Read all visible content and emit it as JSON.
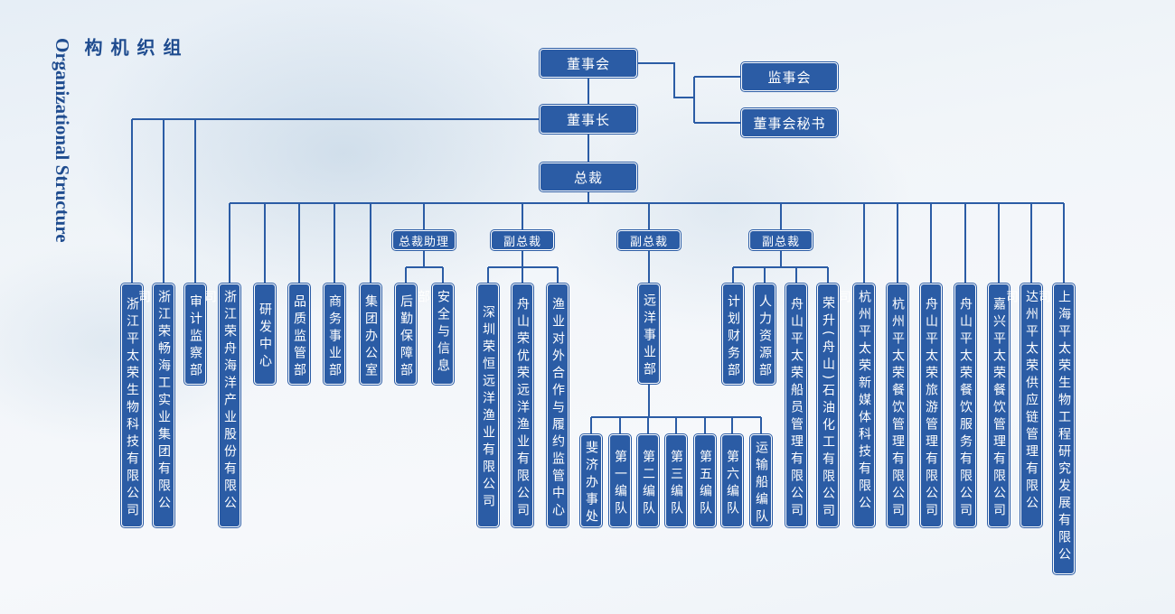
{
  "title": {
    "zh": "组织机构",
    "en": "Organizational Structure"
  },
  "top": {
    "board": "董事会",
    "supervisors": "监事会",
    "board_secretary": "董事会秘书",
    "chairman": "董事长",
    "president": "总裁"
  },
  "left_units": {
    "u1": "浙江平太荣生物科技有限公司",
    "u2": "浙江荣畅海工实业集团有限公司",
    "u3": "审计监察部"
  },
  "direct_units": {
    "d1": "浙江荣舟海洋产业股份有限公司",
    "d2": "研发中心",
    "d3": "品质监管部",
    "d4": "商务事业部",
    "d5": "集团办公室"
  },
  "assistant": {
    "label": "总裁助理",
    "c1": "后勤保障部",
    "c2": "安全与信息部"
  },
  "vp1": {
    "label": "副总裁",
    "c1": "深圳荣恒远洋渔业有限公司",
    "c2": "舟山荣优荣远洋渔业有限公司",
    "c3": "渔业对外合作与履约监管中心"
  },
  "vp2": {
    "label": "副总裁",
    "dept": "远洋事业部",
    "c1": "斐济办事处",
    "c2": "第一编队",
    "c3": "第二编队",
    "c4": "第三编队",
    "c5": "第五编队",
    "c6": "第六编队",
    "c7": "运输船编队"
  },
  "vp3": {
    "label": "副总裁",
    "c1": "计划财务部",
    "c2": "人力资源部",
    "c3": "舟山平太荣船员管理有限公司",
    "c4": "荣升(舟山)石油化工有限公司"
  },
  "right_units": {
    "r1": "杭州平太荣新媒体科技有限公司",
    "r2": "杭州平太荣餐饮管理有限公司",
    "r3": "舟山平太荣旅游管理有限公司",
    "r4": "舟山平太荣餐饮服务有限公司",
    "r5": "嘉兴平太荣餐饮管理有限公司",
    "r6": "达州平太荣供应链管理有限公司",
    "r7": "上海平太荣生物工程研究发展有限公司"
  },
  "colors": {
    "box": "#2b5ca5",
    "line": "#2b5ca5",
    "title": "#1f4c8f"
  }
}
